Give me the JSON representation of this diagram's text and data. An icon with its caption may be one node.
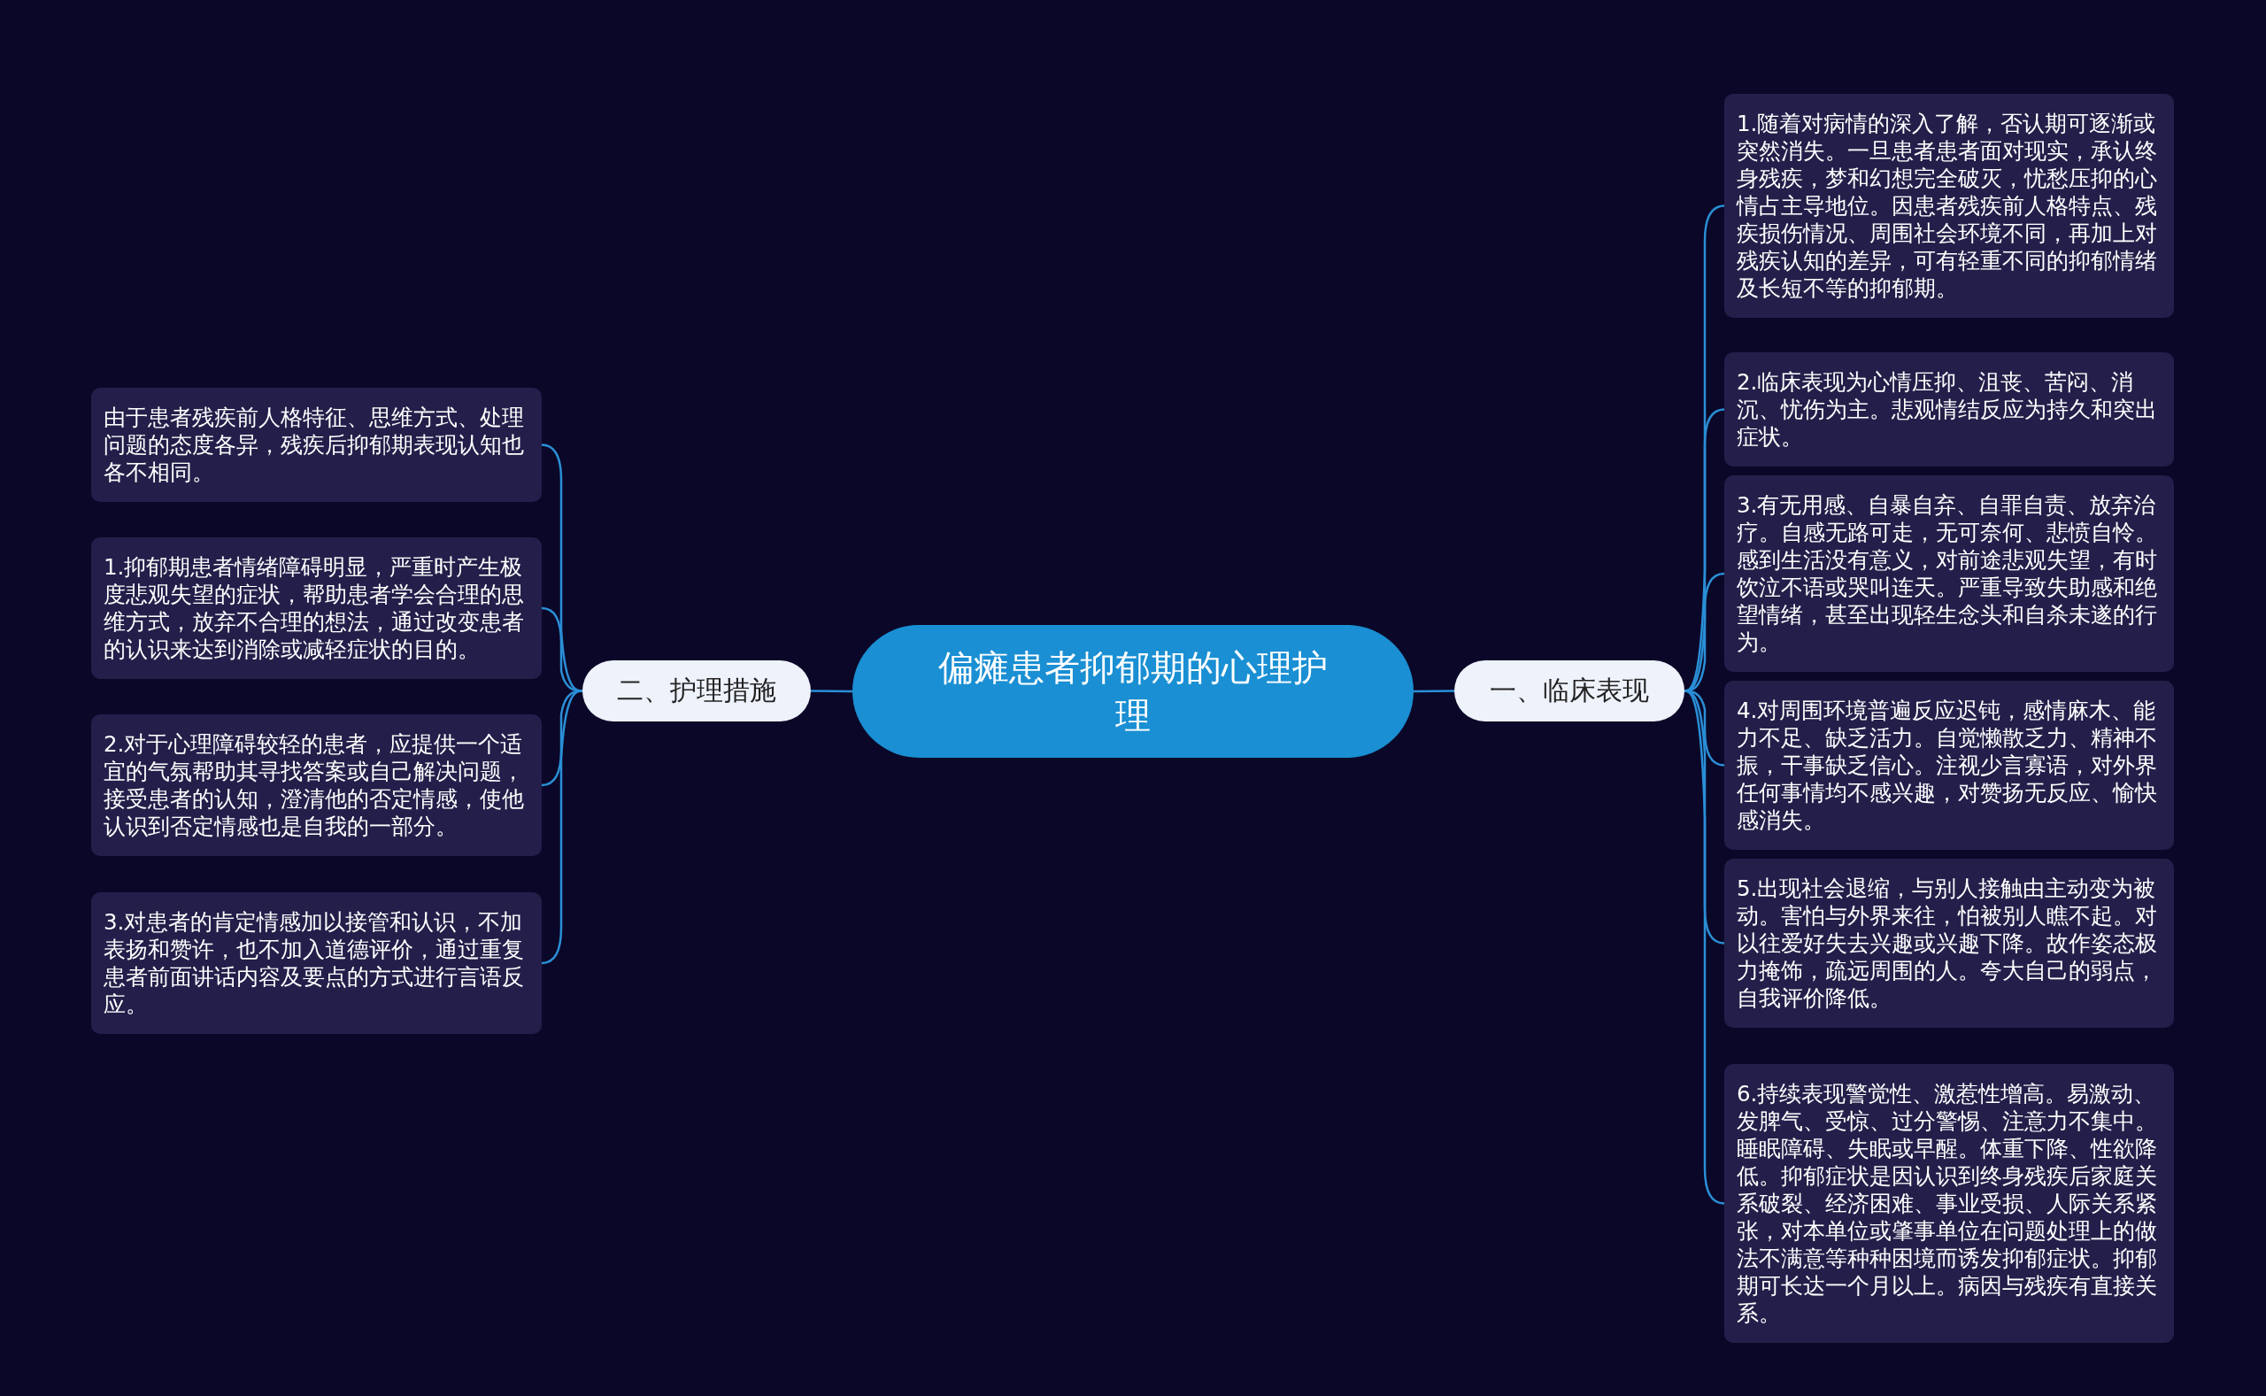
{
  "diagram": {
    "nodes": [
      {
        "text": [
          "偏瘫患者抑郁期的心理护理"
        ]
      },
      {
        "text": [
          "一、临床表现"
        ]
      },
      {
        "text": [
          "1.随着对病情的深入了解，否认期可逐渐或突然消失。一旦患者患者面对现实，承认终身残疾，梦和幻想完全破灭，忧愁压抑的心情占主导地位。因患者残疾前人格特点、残疾损伤情况、周围社会环境不同，再加上对残疾认知的差异，可有轻重不同的抑郁情绪及长短不等的抑郁期。"
        ]
      },
      {
        "text": [
          "2.临床表现为心情压抑、沮丧、苦闷、消沉、忧伤为主。悲观情结反应为持久和突出症状。"
        ]
      },
      {
        "text": [
          "3.有无用感、自暴自弃、自罪自责、放弃治疗。自感无路可走，无可奈何、悲愤自怜。感到生活没有意义，对前途悲观失望，有时饮泣不语或哭叫连天。严重导致失助感和绝望情绪，甚至出现轻生念头和自杀未遂的行为。"
        ]
      },
      {
        "text": [
          "4.对周围环境普遍反应迟钝，感情麻木、能力不足、缺乏活力。自觉懒散乏力、精神不振，干事缺乏信心。注视少言寡语，对外界任何事情均不感兴趣，对赞扬无反应、愉快感消失。"
        ]
      },
      {
        "text": [
          "5.出现社会退缩，与别人接触由主动变为被动。害怕与外界来往，怕被别人瞧不起。对以往爱好失去兴趣或兴趣下降。故作姿态极力掩饰，疏远周围的人。夸大自己的弱点，自我评价降低。"
        ]
      },
      {
        "text": [
          "6.持续表现警觉性、激惹性增高。易激动、发脾气、受惊、过分警惕、注意力不集中。睡眠障碍、失眠或早醒。体重下降、性欲降低。抑郁症状是因认识到终身残疾后家庭关系破裂、经济困难、事业受损、人际关系紧张，对本单位或肇事单位在问题处理上的做法不满意等种种困境而诱发抑郁症状。抑郁期可长达一个月以上。病因与残疾有直接关系。"
        ]
      },
      {
        "text": [
          "二、护理措施"
        ]
      },
      {
        "text": [
          "由于患者残疾前人格特征、思维方式、处理问题的态度各异，残疾后抑郁期表现认知也各不相同。"
        ]
      },
      {
        "text": [
          "1.抑郁期患者情绪障碍明显，严重时产生极度悲观失望的症状，帮助患者学会合理的思维方式，放弃不合理的想法，通过改变患者的认识来达到消除或减轻症状的目的。"
        ]
      },
      {
        "text": [
          "2.对于心理障碍较轻的患者，应提供一个适宜的气氛帮助其寻找答案或自己解决问题，接受患者的认知，澄清他的否定情感，使他认识到否定情感也是自我的一部分。"
        ]
      },
      {
        "text": [
          "3.对患者的肯定情感加以接管和认识，不加表扬和赞许，也不加入道德评价，通过重复患者前面讲话内容及要点的方式进行言语反应。"
        ]
      }
    ],
    "edges": [
      {
        "from": 0,
        "to": 1,
        "arrow": "none"
      },
      {
        "from": 1,
        "to": 2,
        "arrow": "none"
      },
      {
        "from": 1,
        "to": 3,
        "arrow": "none"
      },
      {
        "from": 1,
        "to": 4,
        "arrow": "none"
      },
      {
        "from": 1,
        "to": 5,
        "arrow": "none"
      },
      {
        "from": 1,
        "to": 6,
        "arrow": "none"
      },
      {
        "from": 1,
        "to": 7,
        "arrow": "none"
      },
      {
        "from": 0,
        "to": 8,
        "arrow": "none"
      },
      {
        "from": 8,
        "to": 9,
        "arrow": "none"
      },
      {
        "from": 8,
        "to": 10,
        "arrow": "none"
      },
      {
        "from": 8,
        "to": 11,
        "arrow": "none"
      },
      {
        "from": 8,
        "to": 12,
        "arrow": "none"
      }
    ]
  }
}
